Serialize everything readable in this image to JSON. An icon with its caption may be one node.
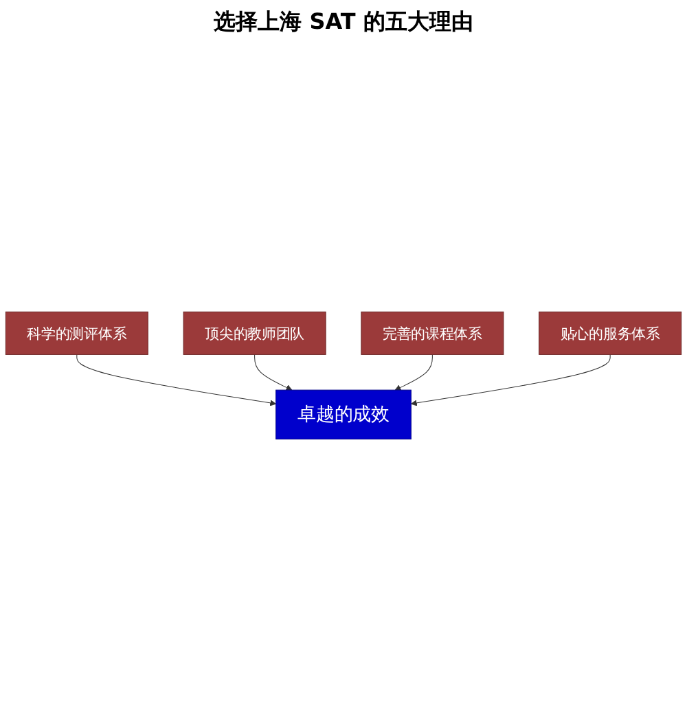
{
  "diagram": {
    "title": "选择上海 SAT 的五大理由",
    "nodes": [
      {
        "text": [
          "科学的测评体系"
        ]
      },
      {
        "text": [
          "顶尖的教师团队"
        ]
      },
      {
        "text": [
          "卓越的成效"
        ]
      },
      {
        "text": [
          "完善的课程体系"
        ]
      },
      {
        "text": [
          "贴心的服务体系"
        ]
      }
    ],
    "edges": [
      {
        "from": 0,
        "to": 2,
        "arrow": "to"
      },
      {
        "from": 1,
        "to": 2,
        "arrow": "to"
      },
      {
        "from": 3,
        "to": 2,
        "arrow": "to"
      },
      {
        "from": 4,
        "to": 2,
        "arrow": "to"
      }
    ]
  }
}
